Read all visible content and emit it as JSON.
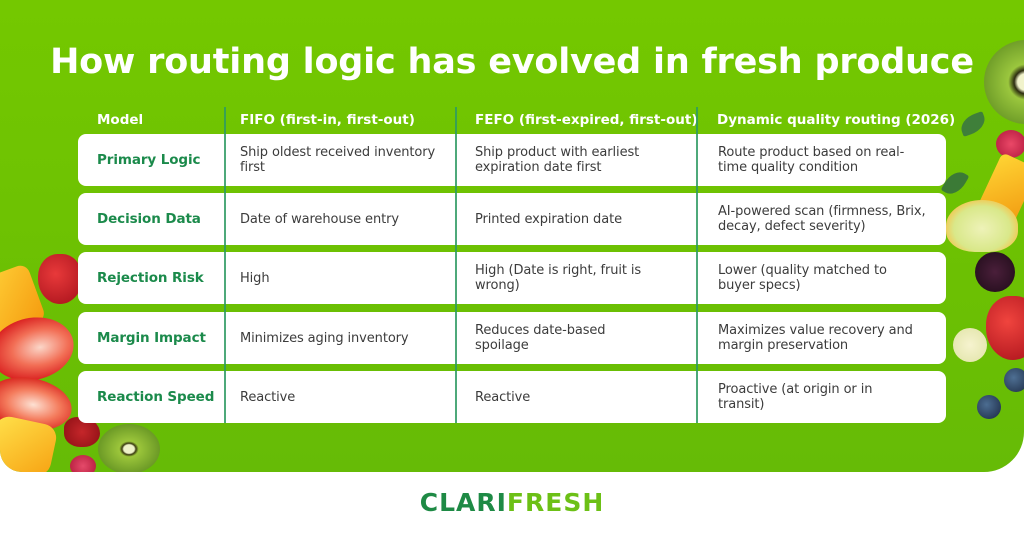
{
  "title": "How routing logic has evolved in fresh produce",
  "colors": {
    "background_green": "#6cc003",
    "label_green": "#1b8a4b",
    "divider_green": "#2e9a63",
    "logo_dark": "#1e8a45",
    "logo_light": "#6cc016",
    "row_bg": "#ffffff"
  },
  "table": {
    "headers": [
      "Model",
      "FIFO (first-in, first-out)",
      "FEFO (first-expired, first-out)",
      "Dynamic quality routing (2026)"
    ],
    "rows": [
      {
        "label": "Primary Logic",
        "fifo": "Ship oldest received inventory first",
        "fefo": "Ship product with earliest expiration date first",
        "dynamic": "Route product based on real-time quality condition"
      },
      {
        "label": "Decision Data",
        "fifo": "Date of warehouse entry",
        "fefo": "Printed expiration date",
        "dynamic": "AI-powered scan (firmness, Brix, decay, defect severity)"
      },
      {
        "label": "Rejection Risk",
        "fifo": "High",
        "fefo": "High (Date is right, fruit is wrong)",
        "dynamic": "Lower (quality matched to buyer specs)"
      },
      {
        "label": "Margin Impact",
        "fifo": "Minimizes aging inventory",
        "fefo": "Reduces date-based spoilage",
        "dynamic": "Maximizes value recovery and margin preservation"
      },
      {
        "label": "Reaction Speed",
        "fifo": "Reactive",
        "fefo": "Reactive",
        "dynamic": "Proactive (at origin or in transit)"
      }
    ]
  },
  "logo": {
    "part1": "CLARI",
    "part2": "FRESH"
  },
  "decorations": {
    "left": [
      "strawberry",
      "mango-slice",
      "strawberry-half",
      "kiwi-half",
      "raspberry"
    ],
    "right": [
      "kiwi-half",
      "mint-leaf",
      "raspberry",
      "mango-slice",
      "lime-slice",
      "blackberry",
      "strawberry",
      "banana-slice",
      "blueberry"
    ]
  }
}
